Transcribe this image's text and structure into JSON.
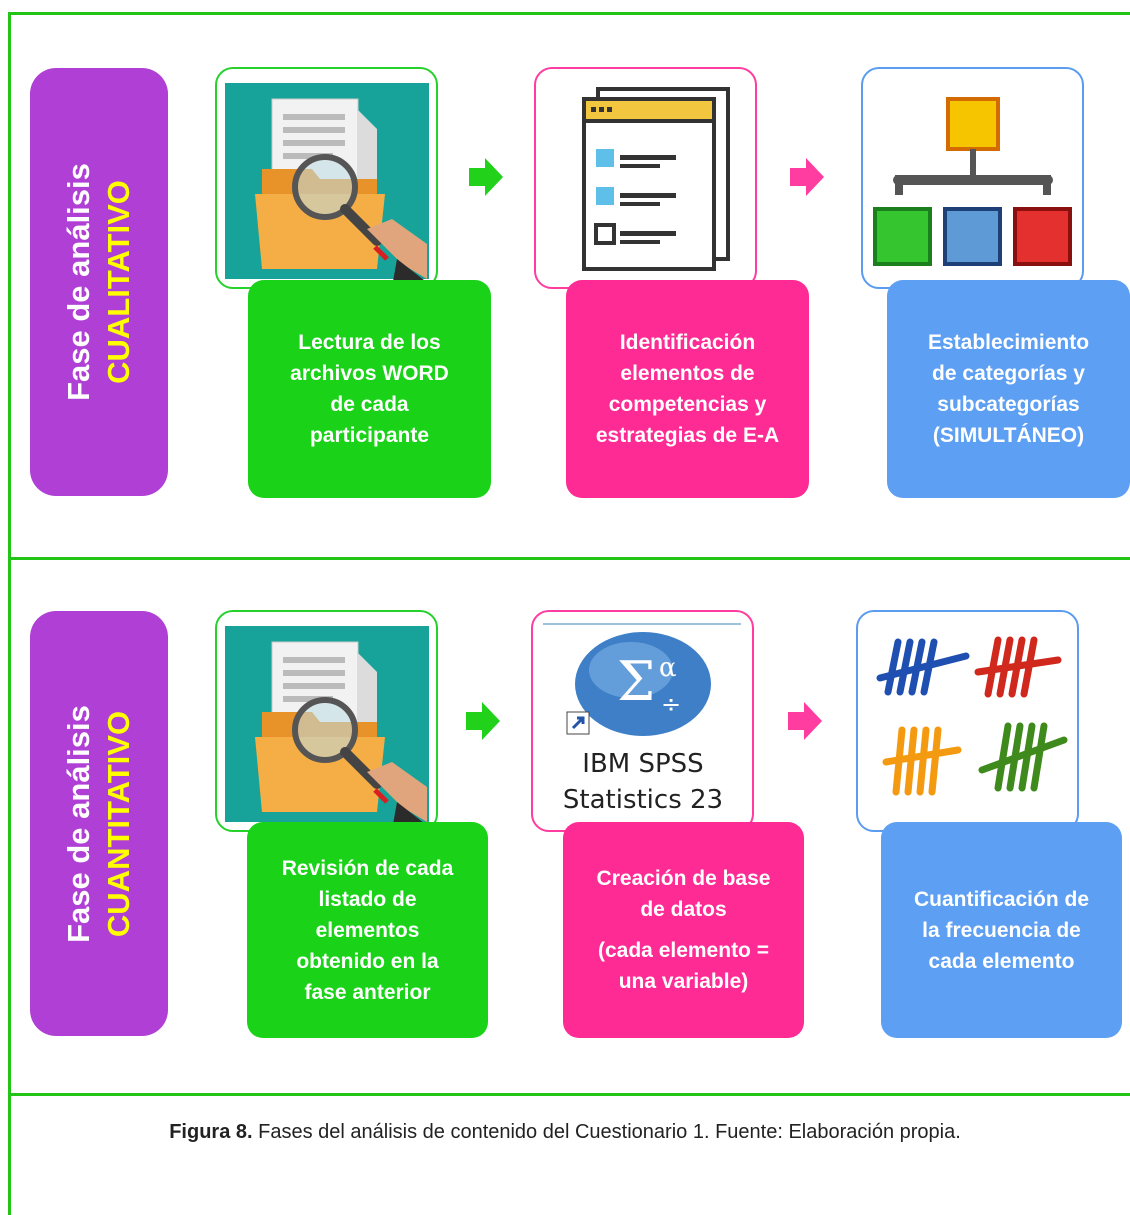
{
  "colors": {
    "frame": "#22c416",
    "phase_bg": "#b03fd6",
    "phase_title": "#ffffff",
    "phase_highlight": "#ffff00",
    "green": "#1ad319",
    "pink": "#ff2b94",
    "blue": "#5d9ff3"
  },
  "rows": [
    {
      "phase_line1": "Fase de análisis",
      "phase_line2": "CUALITATIVO",
      "steps": [
        {
          "icon": "document-search-icon",
          "lines": [
            "Lectura de los",
            "archivos WORD",
            "de cada",
            "participante"
          ]
        },
        {
          "icon": "checklist-icon",
          "lines": [
            "Identificación",
            "elementos de",
            "competencias y",
            "estrategias de E-A"
          ]
        },
        {
          "icon": "hierarchy-icon",
          "lines": [
            "Establecimiento",
            "de categorías y",
            "subcategorías",
            "(SIMULTÁNEO)"
          ]
        }
      ]
    },
    {
      "phase_line1": "Fase de análisis",
      "phase_line2": "CUANTITATIVO",
      "steps": [
        {
          "icon": "document-search-icon",
          "lines": [
            "Revisión de cada",
            "listado de",
            "elementos",
            "obtenido en la",
            "fase anterior"
          ]
        },
        {
          "icon": "spss-icon",
          "icon_text": [
            "IBM SPSS",
            "Statistics 23"
          ],
          "lines": [
            "Creación de base",
            "de datos"
          ],
          "extra_lines": [
            "(cada elemento =",
            "una variable)"
          ]
        },
        {
          "icon": "tally-marks-icon",
          "lines": [
            "Cuantificación de",
            "la frecuencia de",
            "cada elemento"
          ]
        }
      ]
    }
  ],
  "caption": {
    "label": "Figura 8.",
    "text": " Fases del análisis de contenido del Cuestionario 1. Fuente: Elaboración propia."
  }
}
